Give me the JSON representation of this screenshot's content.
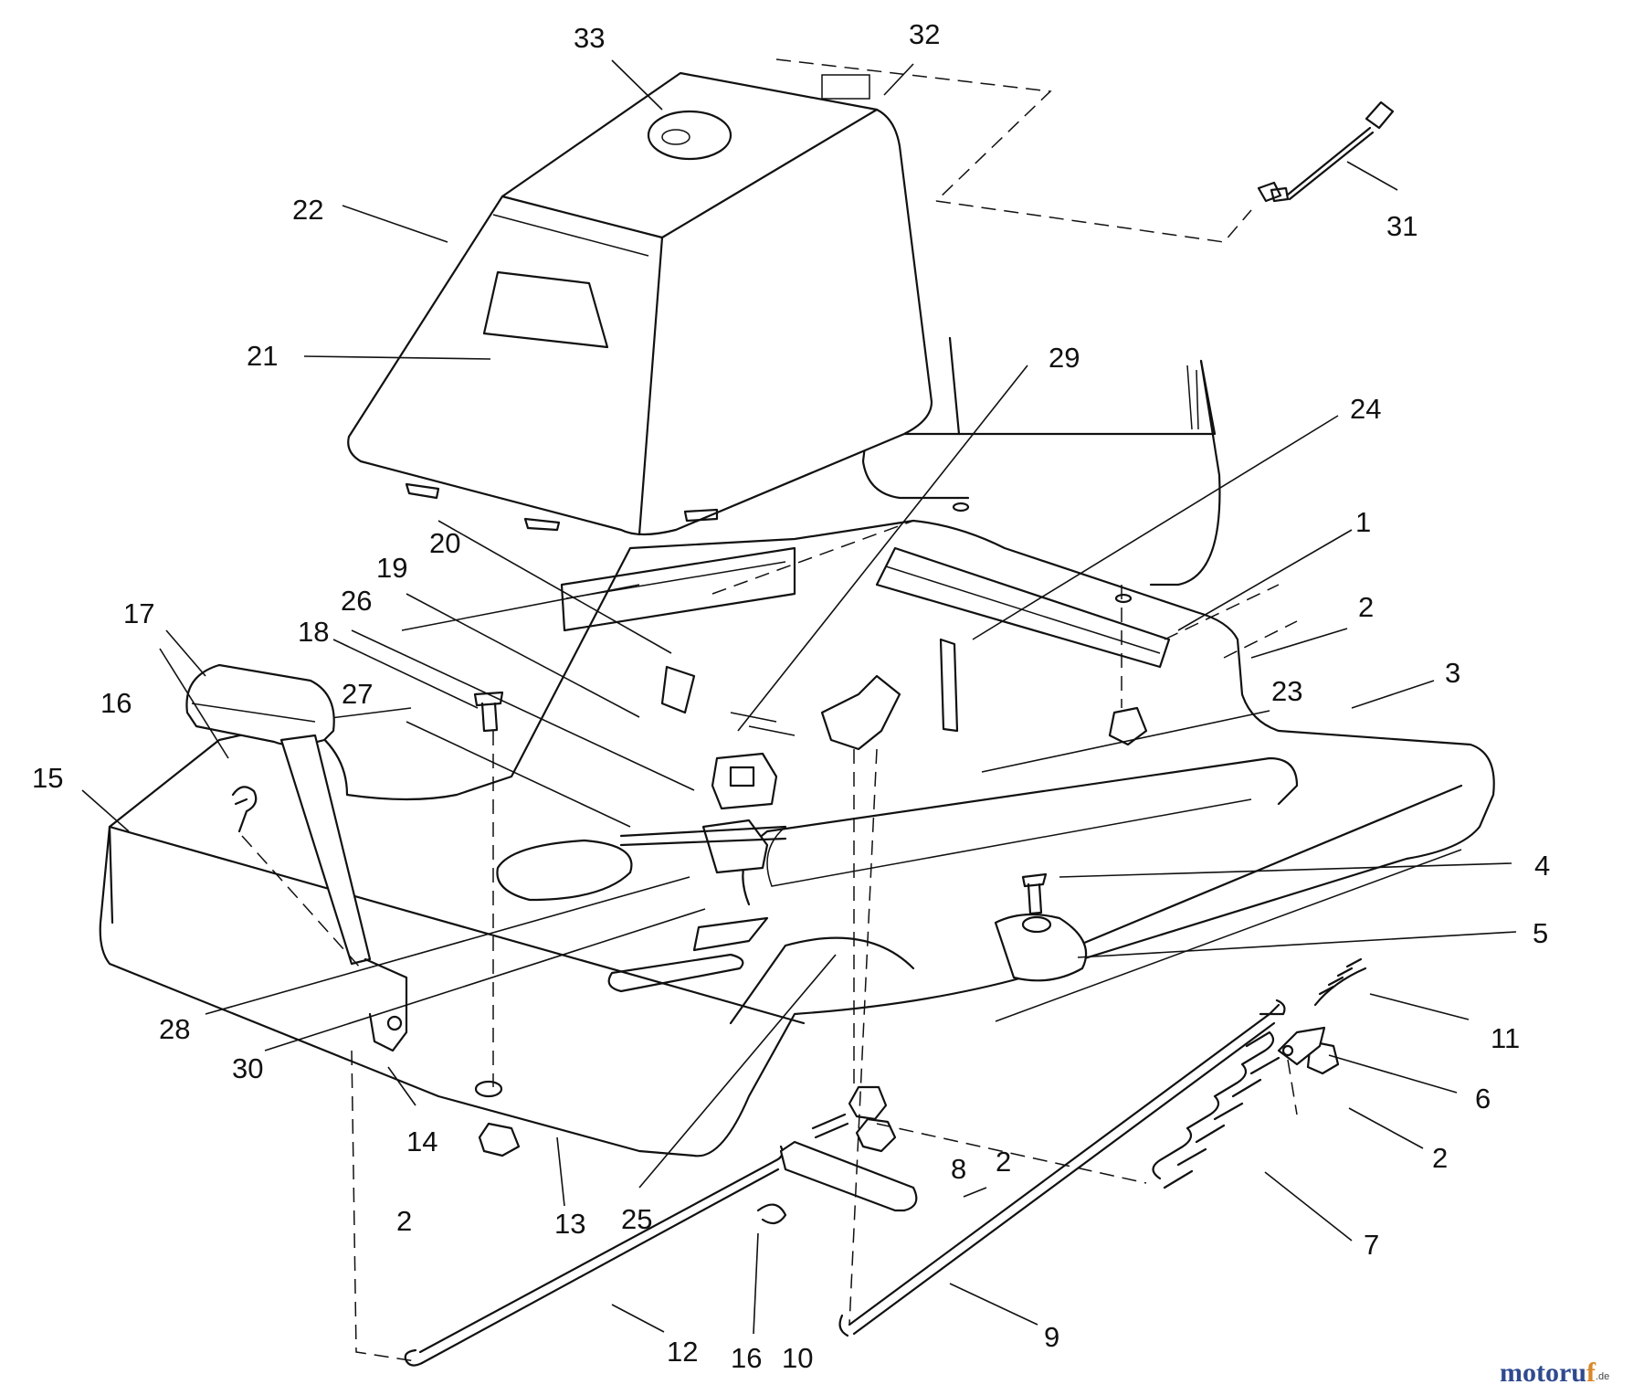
{
  "callouts": [
    {
      "id": "1",
      "label": "1"
    },
    {
      "id": "2a",
      "label": "2"
    },
    {
      "id": "2b",
      "label": "2"
    },
    {
      "id": "2c",
      "label": "2"
    },
    {
      "id": "2d",
      "label": "2"
    },
    {
      "id": "3",
      "label": "3"
    },
    {
      "id": "4",
      "label": "4"
    },
    {
      "id": "5",
      "label": "5"
    },
    {
      "id": "6",
      "label": "6"
    },
    {
      "id": "7",
      "label": "7"
    },
    {
      "id": "8",
      "label": "8"
    },
    {
      "id": "9",
      "label": "9"
    },
    {
      "id": "10",
      "label": "10"
    },
    {
      "id": "11",
      "label": "11"
    },
    {
      "id": "12",
      "label": "12"
    },
    {
      "id": "13",
      "label": "13"
    },
    {
      "id": "14",
      "label": "14"
    },
    {
      "id": "15",
      "label": "15"
    },
    {
      "id": "16a",
      "label": "16"
    },
    {
      "id": "16b",
      "label": "16"
    },
    {
      "id": "17",
      "label": "17"
    },
    {
      "id": "18",
      "label": "18"
    },
    {
      "id": "19",
      "label": "19"
    },
    {
      "id": "20",
      "label": "20"
    },
    {
      "id": "21",
      "label": "21"
    },
    {
      "id": "22",
      "label": "22"
    },
    {
      "id": "23",
      "label": "23"
    },
    {
      "id": "24",
      "label": "24"
    },
    {
      "id": "25",
      "label": "25"
    },
    {
      "id": "26",
      "label": "26"
    },
    {
      "id": "27",
      "label": "27"
    },
    {
      "id": "28",
      "label": "28"
    },
    {
      "id": "29",
      "label": "29"
    },
    {
      "id": "30",
      "label": "30"
    },
    {
      "id": "31",
      "label": "31"
    },
    {
      "id": "32",
      "label": "32"
    },
    {
      "id": "33",
      "label": "33"
    }
  ],
  "watermark": {
    "brand_main": "motoru",
    "brand_accent": "f",
    "suffix": ".de"
  }
}
